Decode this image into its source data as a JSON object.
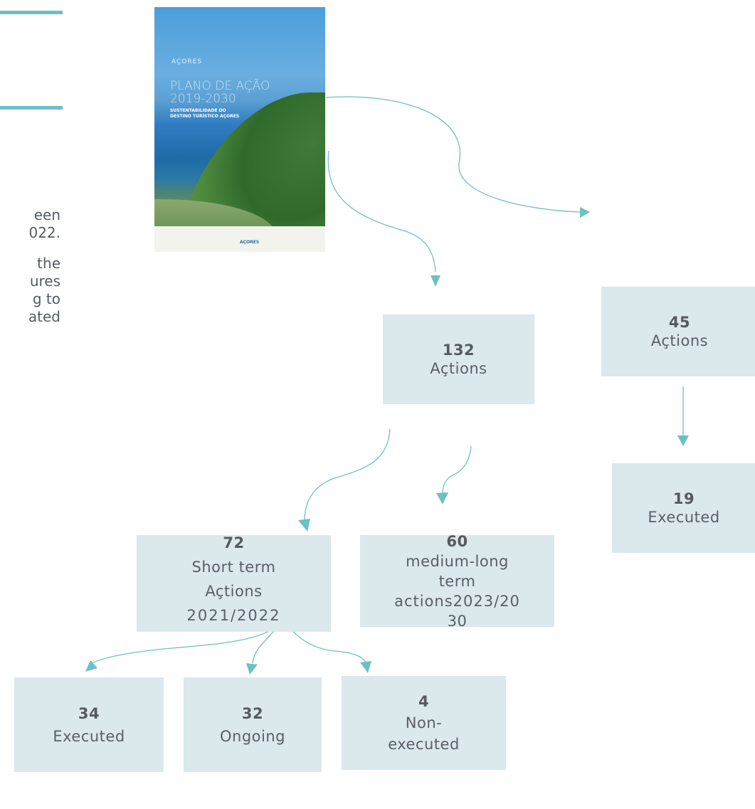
{
  "side_text": {
    "line1": "een",
    "line2": "022.",
    "line3": "the",
    "line4": "ures",
    "line5": "g to",
    "line6": "ated"
  },
  "cover": {
    "logo_left": "AÇORES",
    "title_line1": "PLANO DE AÇÃO",
    "title_line2": "2019-2030",
    "subtitle_line1": "SUSTENTABILIDADE DO",
    "subtitle_line2": "DESTINO TURÍSTICO AÇORES",
    "footer_logo": "AÇORES"
  },
  "boxes": {
    "total_132": {
      "number": "132",
      "label": "Açtions"
    },
    "total_45": {
      "number": "45",
      "label": "Açtions"
    },
    "executed_19": {
      "number": "19",
      "label": "Executed"
    },
    "short_term_72": {
      "number": "72",
      "label1": "Short term",
      "label2": "Açtions",
      "label3": "2021/2022"
    },
    "medium_long_60": {
      "number": "60",
      "label1": "medium-long",
      "label2": "term",
      "label3": "actions2023/20",
      "label4": "30"
    },
    "executed_34": {
      "number": "34",
      "label": "Executed"
    },
    "ongoing_32": {
      "number": "32",
      "label": "Ongoing"
    },
    "non_executed_4": {
      "number": "4",
      "label1": "Non-",
      "label2": "executed"
    }
  },
  "colors": {
    "arrow": "#6cc0c4",
    "box": "#dbe8ec",
    "rule": "#6cc0c4",
    "text": "#555b63"
  }
}
